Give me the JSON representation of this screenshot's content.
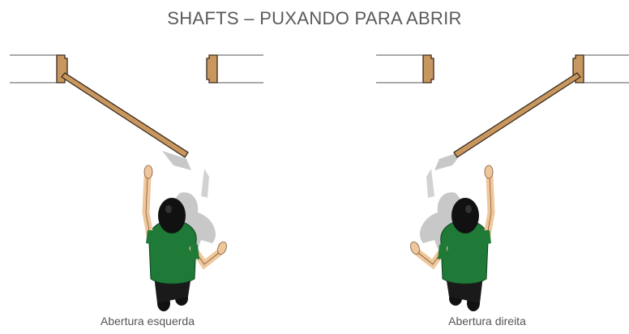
{
  "title": "SHAFTS – PUXANDO PARA ABRIR",
  "panels": [
    {
      "caption": "Abertura esquerda"
    },
    {
      "caption": "Abertura direita"
    }
  ],
  "colors": {
    "door": "#c8975f",
    "door_outline": "#3a2a1a",
    "shirt": "#1f7a38",
    "hair": "#111111",
    "skin": "#f0c79a",
    "shadow": "#c8c8c8",
    "wall_line": "#555555"
  }
}
